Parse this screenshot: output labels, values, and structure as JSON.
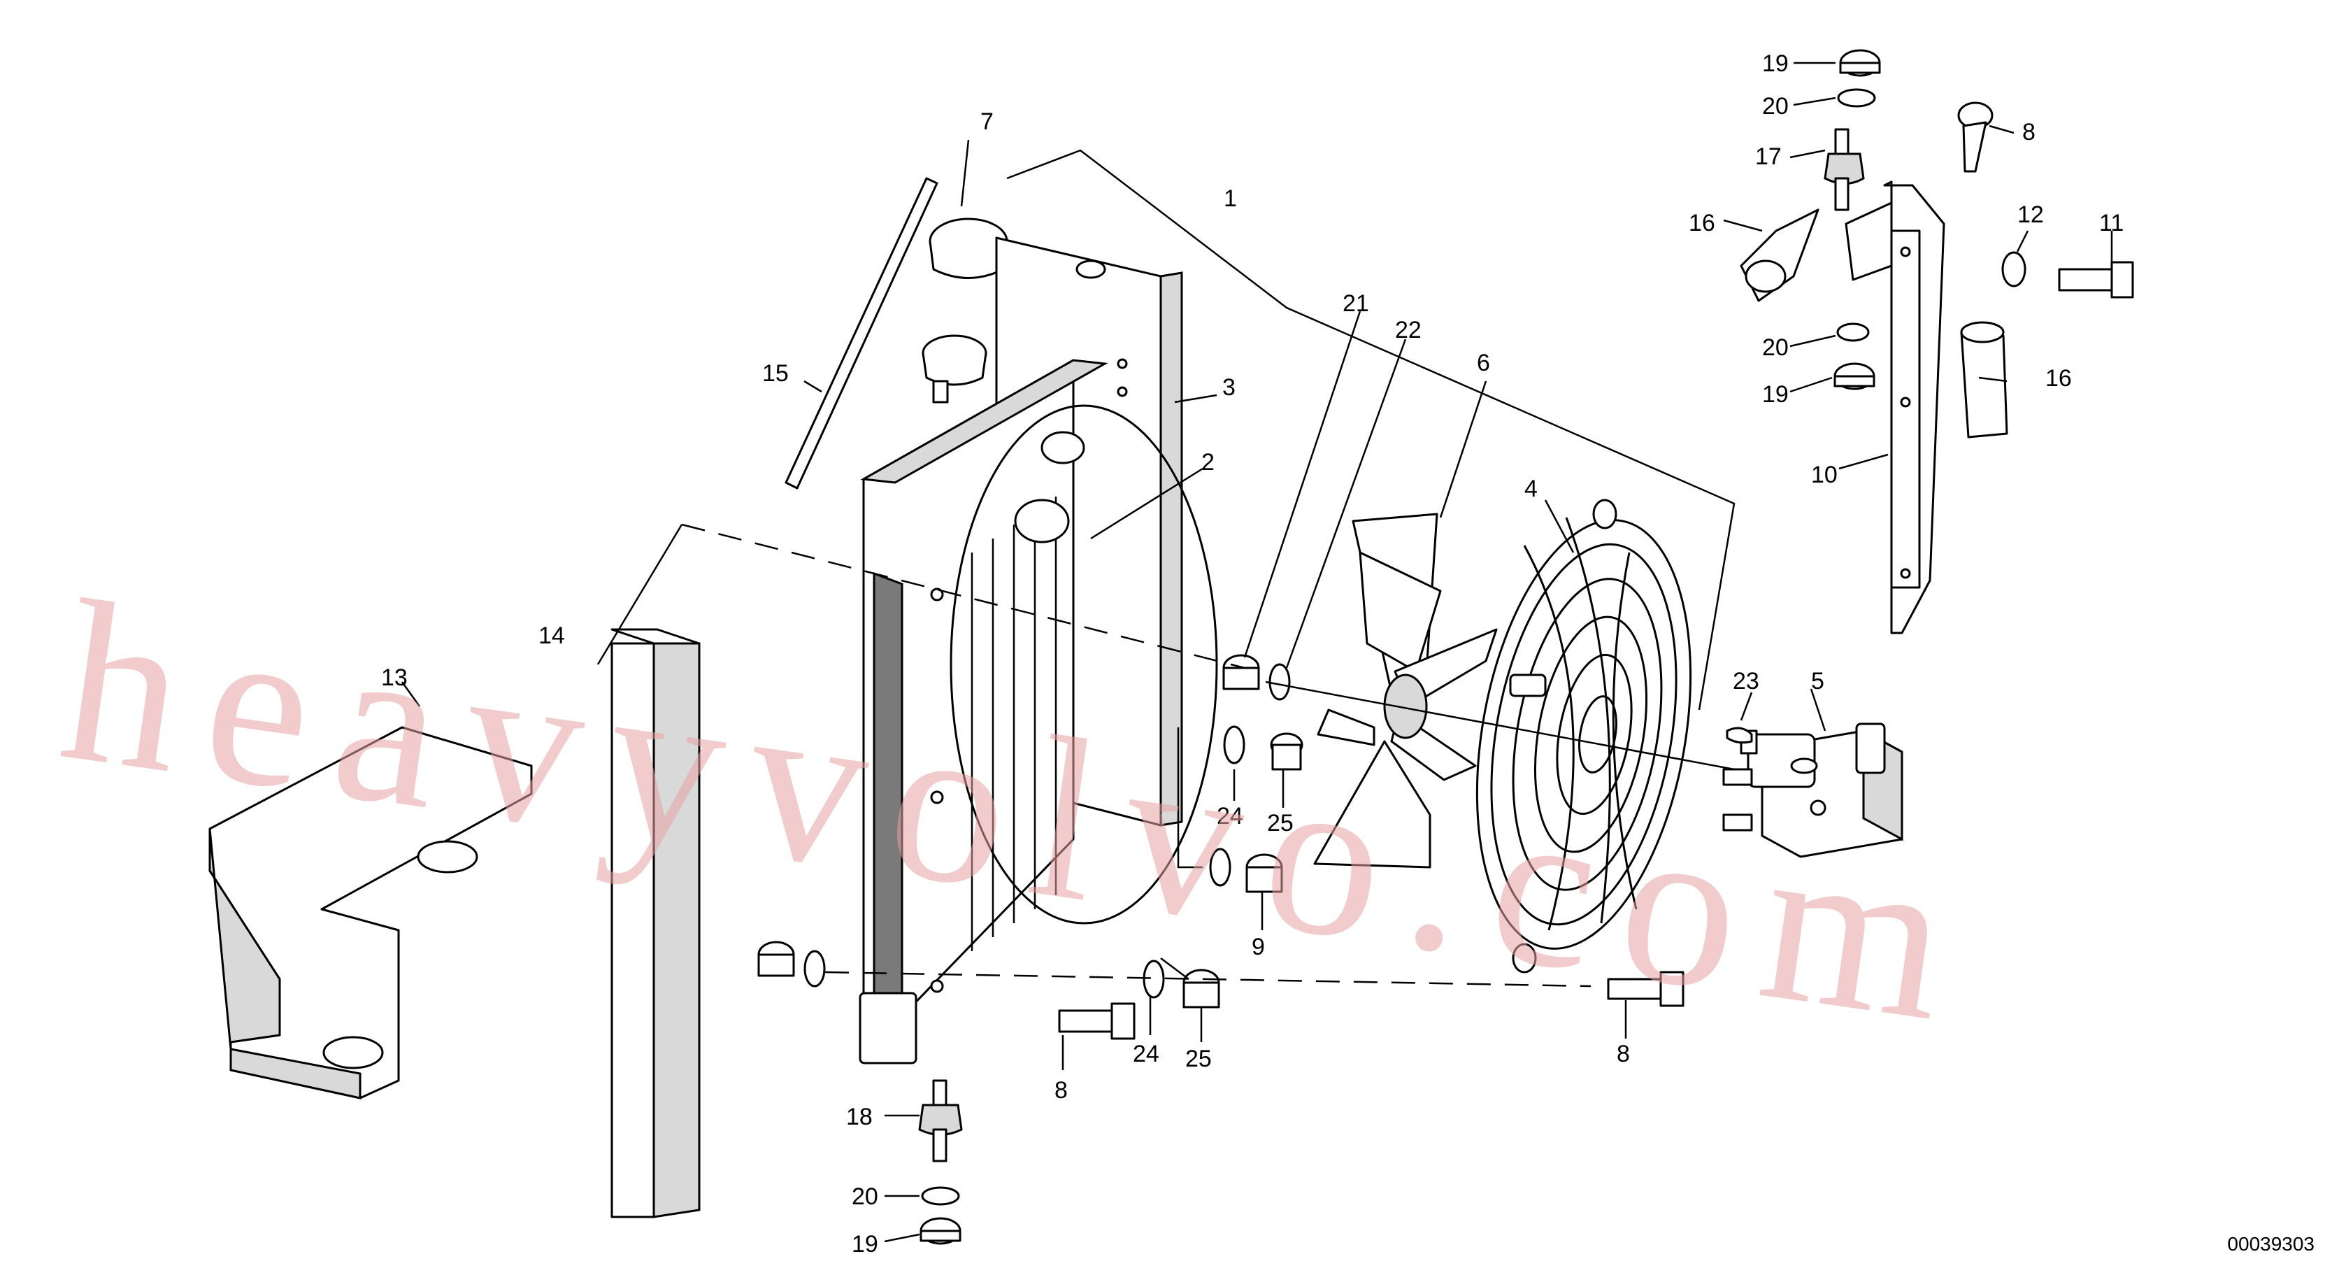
{
  "watermark": "heavyvolvo.com",
  "reference": "00039303",
  "callouts": {
    "c1": "1",
    "c2": "2",
    "c3": "3",
    "c4": "4",
    "c5": "5",
    "c6": "6",
    "c7": "7",
    "c8a": "8",
    "c8b": "8",
    "c8c": "8",
    "c9": "9",
    "c10": "10",
    "c11": "11",
    "c12": "12",
    "c13": "13",
    "c14": "14",
    "c15": "15",
    "c16a": "16",
    "c16b": "16",
    "c17": "17",
    "c18": "18",
    "c19a": "19",
    "c19b": "19",
    "c19c": "19",
    "c20a": "20",
    "c20b": "20",
    "c20c": "20",
    "c21": "21",
    "c22": "22",
    "c23": "23",
    "c24a": "24",
    "c24b": "24",
    "c25a": "25",
    "c25b": "25"
  }
}
